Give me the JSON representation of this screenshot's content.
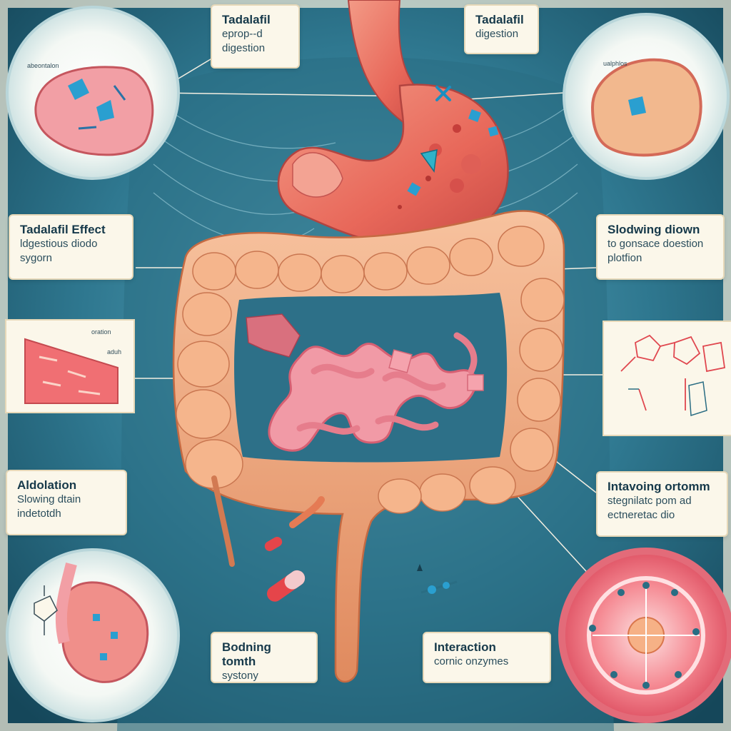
{
  "labels": {
    "top_left": {
      "title": "Tadalafil",
      "lines": [
        "eprop--d",
        "digestion"
      ]
    },
    "top_right": {
      "title": "Tadalafil",
      "lines": [
        "digestion"
      ]
    },
    "mid_left": {
      "title": "Tadalafil Effect",
      "lines": [
        "ldgestious diodo",
        "sygorn"
      ]
    },
    "mid_right": {
      "title": "Slodwing diown",
      "lines": [
        "to gonsace doestion",
        "plotfion"
      ]
    },
    "low_left": {
      "title": "Aldolation",
      "lines": [
        "Slowing dtain",
        "indetotdh"
      ]
    },
    "low_right": {
      "title": "Intavoing ortomm",
      "lines": [
        "stegnilatc pom ad",
        "ectneretac dio"
      ]
    },
    "bottom_center_left": {
      "title": "Bodning tomth",
      "lines": [
        "systony"
      ]
    },
    "bottom_center_right": {
      "title": "Interaction",
      "lines": [
        "cornic onzymes"
      ]
    }
  },
  "tiny_labels": {
    "circle_top_left": "abeontalon",
    "circle_top_right": "ualphlos",
    "tissue_a": "oration",
    "tissue_b": "aduh"
  },
  "colors": {
    "background": "#1f5f74",
    "stomach": "#e86a5a",
    "colon": "#f0a07a",
    "small_intestine": "#f19aa6",
    "label_bg": "#fbf7ea",
    "pill_red": "#e5454a",
    "pill_blue": "#2a9fd0"
  },
  "icons": [
    "x-mark-icon",
    "pill-icon",
    "molecule-icon",
    "crystal-icon",
    "arrow-icon"
  ]
}
